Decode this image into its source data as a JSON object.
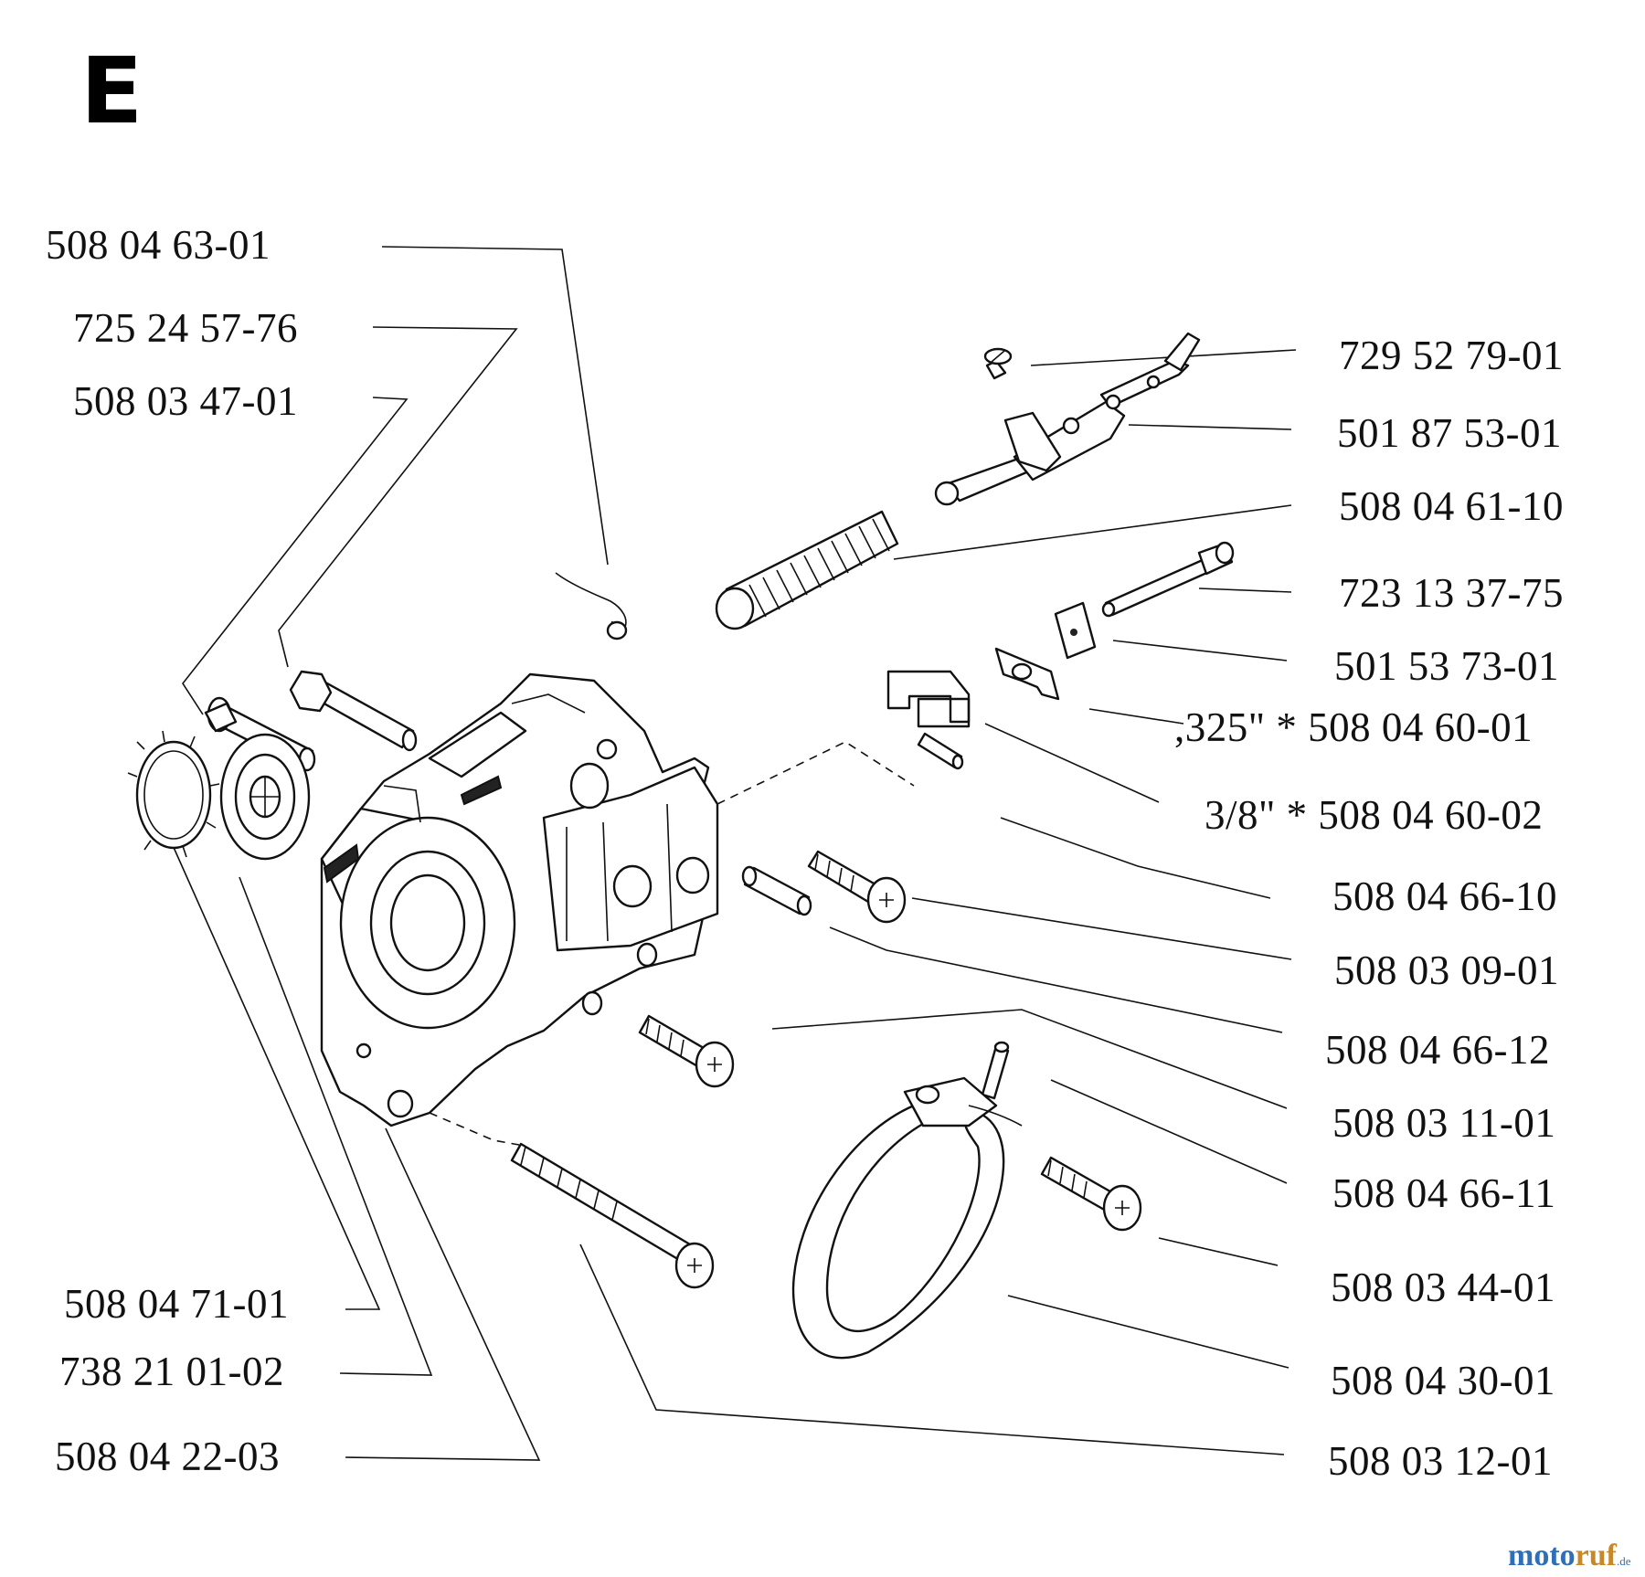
{
  "title": "E",
  "parts": [
    {
      "key": "p01",
      "label": "508 04 63-01"
    },
    {
      "key": "p02",
      "label": "725 24 57-76"
    },
    {
      "key": "p03",
      "label": "508 03 47-01"
    },
    {
      "key": "p04",
      "label": "729 52 79-01"
    },
    {
      "key": "p05",
      "label": "501 87 53-01"
    },
    {
      "key": "p06",
      "label": "508 04 61-10"
    },
    {
      "key": "p07",
      "label": "723 13 37-75"
    },
    {
      "key": "p08",
      "label": "501 53 73-01"
    },
    {
      "key": "p09",
      "label": ",325\" * 508 04 60-01"
    },
    {
      "key": "p10",
      "label": "3/8\" * 508 04 60-02"
    },
    {
      "key": "p11",
      "label": "508 04 66-10"
    },
    {
      "key": "p12",
      "label": "508 03 09-01"
    },
    {
      "key": "p13",
      "label": "508 04 66-12"
    },
    {
      "key": "p14",
      "label": "508 03 11-01"
    },
    {
      "key": "p15",
      "label": "508 04 66-11"
    },
    {
      "key": "p16",
      "label": "508 03 44-01"
    },
    {
      "key": "p17",
      "label": "508 04 30-01"
    },
    {
      "key": "p18",
      "label": "508 03 12-01"
    },
    {
      "key": "p19",
      "label": "508 04 71-01"
    },
    {
      "key": "p20",
      "label": "738 21 01-02"
    },
    {
      "key": "p21",
      "label": "508 04 22-03"
    }
  ],
  "watermark": {
    "part1": "moto",
    "part2": "ruf",
    "part3": ".de"
  }
}
